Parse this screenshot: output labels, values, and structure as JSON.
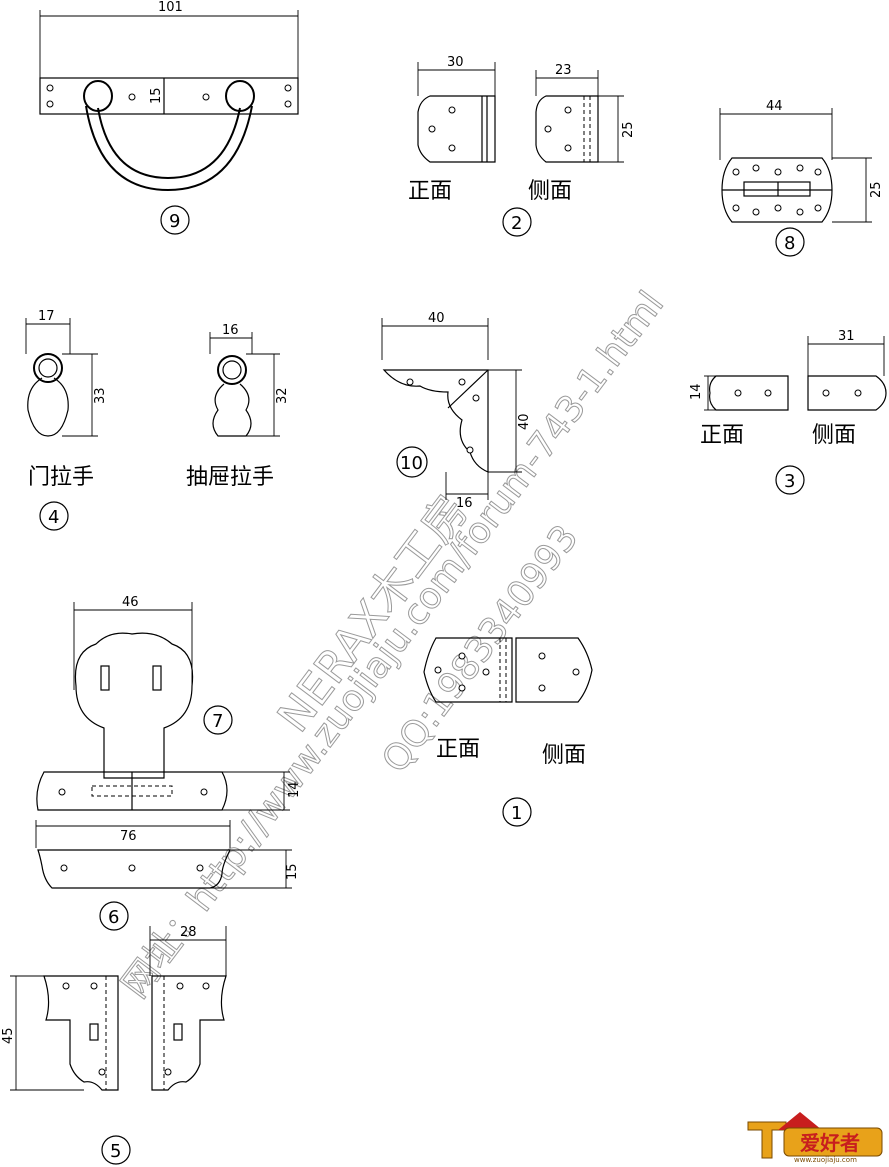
{
  "dimensions": {
    "part9_width": "101",
    "part9_height": "15",
    "part2_front_width": "30",
    "part2_side_width": "23",
    "part2_height": "25",
    "part8_width": "44",
    "part8_height": "25",
    "part4_width": "17",
    "part4_height": "33",
    "part4b_width": "16",
    "part4b_height": "32",
    "part10_width": "40",
    "part10_height": "40",
    "part10_thickness": "16",
    "part3_height": "14",
    "part3_width": "31",
    "part7_width": "46",
    "part7_height": "14",
    "part6_width": "76",
    "part6_height": "15",
    "part5_width": "28",
    "part5_height": "45"
  },
  "labels": {
    "front": "正面",
    "side": "侧面",
    "door_handle": "门拉手",
    "drawer_handle": "抽屉拉手"
  },
  "part_numbers": {
    "p1": "1",
    "p2": "2",
    "p3": "3",
    "p4": "4",
    "p5": "5",
    "p6": "6",
    "p7": "7",
    "p8": "8",
    "p9": "9",
    "p10": "10"
  },
  "watermark": {
    "line1": "NERAX木工房",
    "line2": "网址：http://www.zuojiaju.com/forum-743-1.html",
    "line3": "QQ:1983340993"
  },
  "logo": {
    "text": "爱好者",
    "site": "www.zuojiaju.com",
    "brand_color": "#e8a21a",
    "accent_color": "#c81e1e"
  }
}
